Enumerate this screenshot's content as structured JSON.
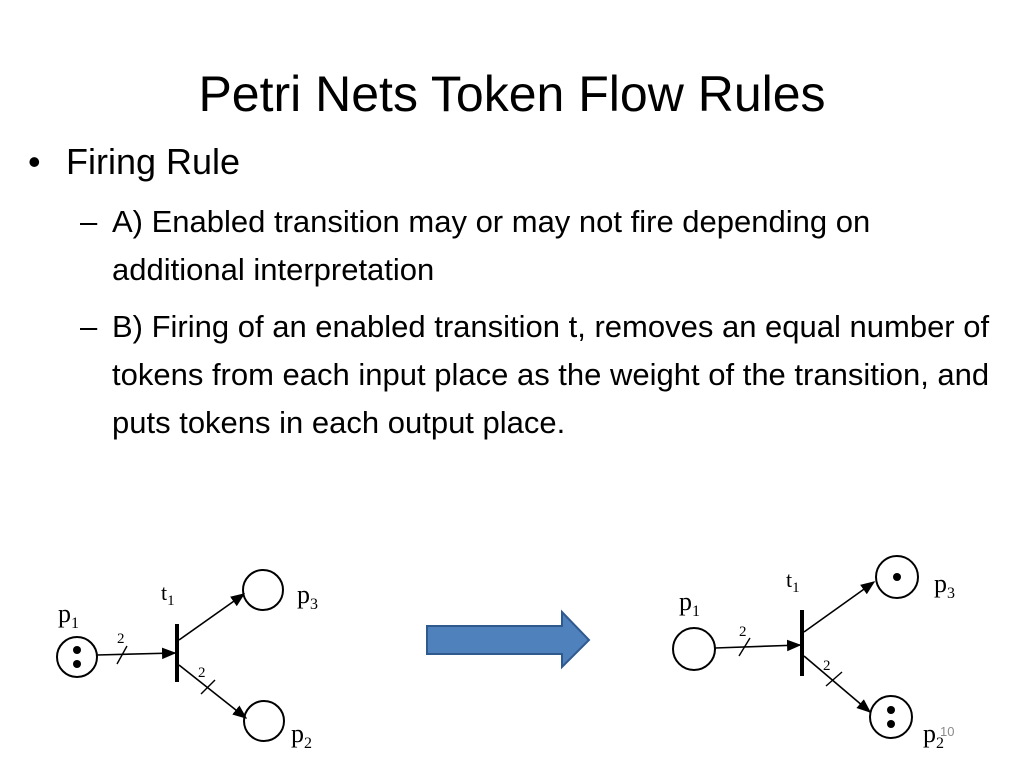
{
  "slide": {
    "title": "Petri Nets Token Flow Rules",
    "bullet": "Firing Rule",
    "sub_items": [
      "A) Enabled transition may or may not fire depending on additional interpretation",
      "B) Firing of an enabled transition t, removes an equal number of tokens from each input place as the weight of the transition, and puts tokens in each output place."
    ],
    "page_number": "10"
  },
  "diagram": {
    "before": {
      "places": [
        {
          "id": "p1",
          "label": "p",
          "sub": "1",
          "tokens": 2
        },
        {
          "id": "p3",
          "label": "p",
          "sub": "3",
          "tokens": 0
        },
        {
          "id": "p2",
          "label": "p",
          "sub": "2",
          "tokens": 0
        }
      ],
      "transition": {
        "label": "t",
        "sub": "1"
      },
      "arc_weights": {
        "p1_t1": "2",
        "t1_p2": "2"
      }
    },
    "after": {
      "places": [
        {
          "id": "p1",
          "label": "p",
          "sub": "1",
          "tokens": 0
        },
        {
          "id": "p3",
          "label": "p",
          "sub": "3",
          "tokens": 1
        },
        {
          "id": "p2",
          "label": "p",
          "sub": "2",
          "tokens": 2
        }
      ],
      "transition": {
        "label": "t",
        "sub": "1"
      },
      "arc_weights": {
        "p1_t1": "2",
        "t1_p2": "2"
      }
    },
    "arrow_color": "#4f81bd",
    "arrow_border": "#2f5a8f"
  }
}
